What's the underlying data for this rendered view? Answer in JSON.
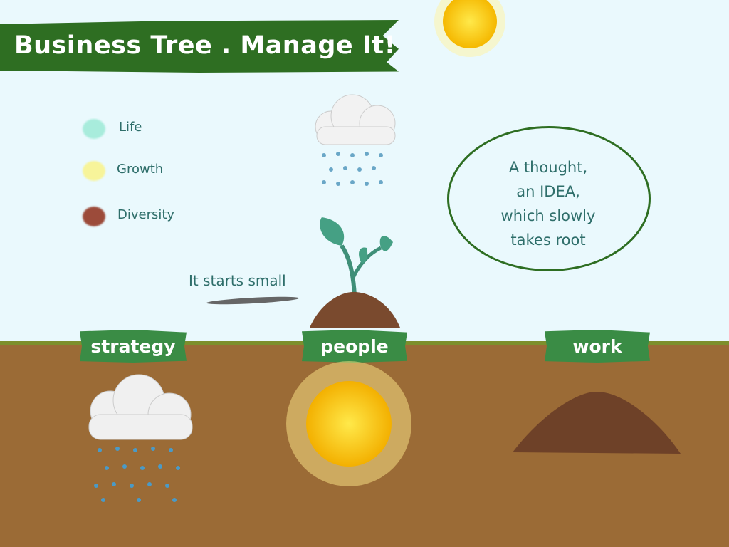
{
  "title": "Business Tree  . Manage It!",
  "legend": [
    {
      "label": "Life",
      "color": "#a8ecdc"
    },
    {
      "label": "Growth",
      "color": "#f7f49a"
    },
    {
      "label": "Diversity",
      "color": "#9c4b3a"
    }
  ],
  "bubble_lines": [
    "A thought,",
    "an IDEA,",
    "which slowly",
    "takes root"
  ],
  "caption": "It starts small",
  "tags": [
    "strategy",
    "people",
    "work"
  ]
}
